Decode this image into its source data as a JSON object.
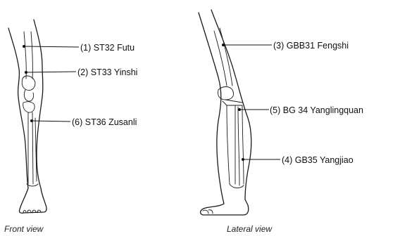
{
  "front_view": {
    "caption": "Front view",
    "points": [
      {
        "label": "(1) ST32 Futu"
      },
      {
        "label": "(2) ST33 Yinshi"
      },
      {
        "label": "(6) ST36 Zusanli"
      }
    ]
  },
  "lateral_view": {
    "caption": "Lateral view",
    "points": [
      {
        "label": "(3) GBB31 Fengshi"
      },
      {
        "label": "(5) BG 34 Yanglingquan"
      },
      {
        "label": "(4) GB35 Yangjiao"
      }
    ]
  }
}
